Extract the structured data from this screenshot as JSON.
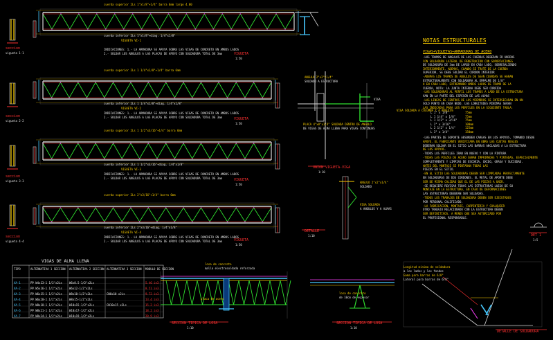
{
  "notes": {
    "header": "NOTAS ESTRUCTURALES",
    "subheader": "VIGAS+VIGUETAS+ARMADURAS DE ACERO",
    "lines": [
      "-LOS TRAMOS DE ANGULOS DE LAS CUERDAS DEBERAN IR UNIDOS",
      "CON SOLDADURA LATERAL DE PENETRACION CON SOPORTACIONES",
      "DE SOLDADURA DE 3mm DE LARGO EN CADA LADO, SOBRESALIENDO",
      "INTERIORMENTE. ADEMAS, CUANDO SE TRATE DE LA CUERDA",
      "SUPERIOR, SE DEBE SOLDAR EL CORDON INTERIOR",
      "-ADEMAS LOS TRAMOS DE ANGULOS DE SEAN CUERDAS SE HARAN",
      "ESTRUCTURALMENTE CON SOLDADURA AL EMPALME DE 1/8\"",
      "O EN CADA LADO, EXTREMANDO AMBOS LADOS DE TRAMO DE LA",
      "CUERDA, NOTA: LA JUNTA INTERNA DEBE SER CORRIDA",
      "-LAS SOLDADURAS AL PERFIL LOS TRAMOS A LADO DE LA ESTRUCTURA",
      "VAN EN LA PARTE DEL ESPESOR DE LAS ALMAS",
      "-LAS LINEAS DE CENTROS DE LOS MIEMBROS SE INTERSECARAN EN UN",
      "SOLO PUNTO EN CADA NUDO. LAS LONGITUDES MINIMAS SERAN",
      "LAS INDICADAS PARA LOS PERFILES EN LA SIGUIENTE TABLA:"
    ],
    "table_rows": [
      [
        "L 1\" x 1/8\"",
        "75mm"
      ],
      [
        "L 1 1/4\" x 1/8\"",
        "75mm"
      ],
      [
        "L 1 1/2\" x 3/16\"",
        "75mm"
      ],
      [
        "L 2\" x 3/16\"",
        "100mm"
      ],
      [
        "L 2 1/2\" x 1/4\"",
        "125mm"
      ],
      [
        "L 3\" x 1/4\"",
        "150mm"
      ]
    ],
    "lines2": [
      "-LAS PARTES DE SOPORTE ABSORBEN CARGAS EN LOS APOYOS, TOMANDO DESDE",
      "APOYO. EL FABRICANTE VERIFICARA EN OBRA LAS CUOTAS REALES",
      "DEBERAN SOLDAR EN EL SITIO LAS BARRAS ANCLADAS A LA ESTRUCTURA",
      "DE LOS APOYOS.",
      "-TODOS LOS PERFILES IRAN EN NUEVO Y CON LA PINTURA",
      "-TODAS LAS PIEZAS DE ACERO SERAN IMPRIMADAS Y PINTADAS, ESPECIALMENTE",
      "COMPLETAMENTE Y LIMPIAS DE ESCORIA, OXIDO, GRASA Y SUCIEDAD.",
      "ANTES DEL MONTAJE SE PINTARAN TODAS LAS",
      "PIEZAS EN EL SITIO.",
      "-EN EL SITIO LAS SOLDADURAS DEBEN SER LIMPIADAS PERFECTAMENTE",
      "EN SOLDADURAS DE DOS CORDONES. EL METAL DE APORTE DEBE",
      "SER DE MISMA CALIDAD QUE EL DE LAS PIEZAS A UNIR.",
      "-SE REQUIERE REVISAR TODAS LAS ESTRUCTURAS LUEGO DE SU",
      "MONTAJE EN LA ESTRUCTURA, EN CASO DE DEFORMACIONES",
      "LAS ESTRUCTURAS DEBERAN SER SOLDADAS.",
      "-TODOS LOS TRABAJOS DE SOLDADURA DEBEN SER EJECUTADOS",
      "POR PERSONAL CALIFICADO.",
      "-LA FABRICACION, MONTAJE, CARPINTERIA Y CUALQUIER",
      "OTRO TRABAJO RELACIONADO CON LA ESTRUCTURA DEBEN",
      "SER DEFINITIVOS. A MENOS QUE SEA AUTORIZADO POR",
      "EL PROFESIONAL RESPONSABLE."
    ]
  },
  "trusses": [
    {
      "tag": "VI-1",
      "top": "cuerda superior 2Ls 1\"x1/8\"+1/4\" barra 6mm largo 4.00",
      "bottom": "cuerda inferior 2Ls 1\"x1/8\"+diag. 1/4\"x1/8\"",
      "note": "VIGUETA VI-1",
      "legend": [
        "INDICACIONES: 1.- LA ARMADURA SE APOYA SOBRE LAS VIGAS DE CONCRETO EN AMBOS LADOS",
        "2.- SOLDAR LOS ANGULOS A LAS PLACAS DE APOYO CON SOLDADURA TOTAL DE 3mm"
      ],
      "section": "VIGUETA",
      "scale": "1:50",
      "mark": "detalle"
    },
    {
      "tag": "VI-2",
      "top": "cuerda superior 2Ls 1 1/4\"x1/8\"+1/4\" barra 6mm",
      "bottom": "cuerda inferior 2Ls 1 1/4\"x1/8\"+diag. 1/4\"x1/8\"",
      "note": "VIGUETA VI-2",
      "legend": [
        "INDICACIONES: 1.- LA ARMADURA SE APOYA SOBRE LAS VIGAS DE CONCRETO EN AMBOS LADOS",
        "2.- SOLDAR LOS ANGULOS A LAS PLACAS DE APOYO CON SOLDADURA TOTAL DE 3mm"
      ],
      "section": "VIGUETA",
      "scale": "1:50",
      "mark": "detalle"
    },
    {
      "tag": "VI-3",
      "top": "cuerda superior 2Ls 1 1/2\"x3/16\"+1/4\" barra 6mm",
      "bottom": "cuerda inferior 2Ls 1 1/2\"x3/16\"+diag. 1/4\"x1/8\"",
      "note": "VIGUETA VI-3",
      "legend": [
        "INDICACIONES: 1.- LA ARMADURA SE APOYA SOBRE LAS VIGAS DE CONCRETO EN AMBOS LADOS",
        "2.- SOLDAR LOS ANGULOS A LAS PLACAS DE APOYO CON SOLDADURA TOTAL DE 3mm"
      ],
      "section": "VIGUETA",
      "scale": "1:50",
      "mark": "detalle"
    },
    {
      "tag": "VI-4",
      "top": "cuerda superior 2Ls 2\"x3/16\"+1/4\" barra 6mm",
      "bottom": "cuerda inferior 2Ls 2\"x3/16\"+diag. 1/4\"x1/8\"",
      "note": "VIGUETA VI-4",
      "legend": [
        "INDICACIONES: 1.- LA ARMADURA SE APOYA SOBRE LAS VIGAS DE CONCRETO EN AMBOS LADOS",
        "2.- SOLDAR LOS ANGULOS A LAS PLACAS DE APOYO CON SOLDADURA TOTAL DE 3mm"
      ],
      "section": "VIGUETA",
      "scale": "1:50",
      "mark": "detalle"
    }
  ],
  "sections_left": [
    {
      "label": "seccion",
      "sub": "vigueta 1-1"
    },
    {
      "label": "seccion",
      "sub": "vigueta 2-2"
    },
    {
      "label": "seccion",
      "sub": "vigueta 3-3"
    },
    {
      "label": "seccion",
      "sub": "vigueta 4-4"
    }
  ],
  "vigas_table": {
    "title": "VIGAS DE ALMA LLENA",
    "headers": [
      "TIPO",
      "ALTERNATIVA 1 SECCION",
      "ALTERNATIVA 2 SECCION",
      "ALTERNATIVA 3 SECCION",
      "MODULO DE SECCION"
    ],
    "rows": [
      [
        "VA-1",
        "PP W4x13-1 1/2\"x2Ls",
        "W6x8.5-1/2\"x2Ls",
        "",
        "5.46 in3"
      ],
      [
        "VA-2",
        "PP W5x16-1 1/2\"x2Ls",
        "W6x12-1/2\"x2Ls",
        "",
        "8.51 in3"
      ],
      [
        "VA-3",
        "PP W6x15-1 1/2\"x2Ls",
        "W8x10-1/2\"x2Ls",
        "CW8x10 x2Ls",
        "9.72 in3"
      ],
      [
        "VA-4",
        "PP W6x20-1 1/2\"x2Ls",
        "W8x15-1/2\"x2Ls",
        "",
        "13.4 in3"
      ],
      [
        "VA-5",
        "PP W8x18-1 1/2\"x2Ls",
        "W10x15-1/2\"x2Ls",
        "CW10x15 x2Ls",
        "15.2 in3"
      ],
      [
        "VA-6",
        "PP W8x21-1 1/2\"x2Ls",
        "W10x17-1/2\"x2Ls",
        "",
        "18.2 in3"
      ],
      [
        "VA-7",
        "PP W8x24-1 1/2\"x2Ls",
        "W10x19-1/2\"x2Ls",
        "",
        "20.9 in3"
      ]
    ]
  },
  "details": {
    "joint_note1": "ANGULO 2\"x2\"x1/4\"",
    "joint_note2": "SOLDADO A ESTRUCTURA",
    "plate_note": "PLACA 4\"x8\"x1/4\" SOLDADA DENTRO DE ANGULO",
    "plate_note2": "DE VIGAS DE ALMA LLENA PARA VIGAS CONTINUAS",
    "beam_label": "VIGA SOLDADA A COLUMNA Y A ANGULOS",
    "va_label": "VIGA",
    "detail_title1": "UNION VIGUETA-VIGA",
    "detail_scale1": "1:10",
    "angle_note": "ANGULO 2\"x2\"x1/4\"",
    "angle_note2": "SOLDADO",
    "beam_note2": "VIGA SOLDADA",
    "beam_note3": "A ANGULOS Y A ALMAS",
    "detail_title2": "DETALLE",
    "detail_scale2": "1:10",
    "cut1": "SECCION TIPICA DE LOSA",
    "cut1_scale": "1:10",
    "cut1_note": "losa de concreto",
    "cut1_note2": "malla electrosoldada reforzada",
    "cut1_bar": "placa de acero",
    "cut2": "SECCION TIPICA DE LOSA",
    "cut2_scale": "1:10",
    "cut2_note": "losa de concreto",
    "cut2_note2": "de 10cm de espesor",
    "weld_title": "DETALLE DE SOLDADURA",
    "weld_note1": "Longitud minima de soldadura",
    "weld_note2": "a los lados y los fondos",
    "weld_note3": "Gama para barras de 6/8\"",
    "weld_note4": "Lateral para barras de 6/8\"",
    "tag_right": "DET 1",
    "tag_right_scale": "1:5"
  }
}
